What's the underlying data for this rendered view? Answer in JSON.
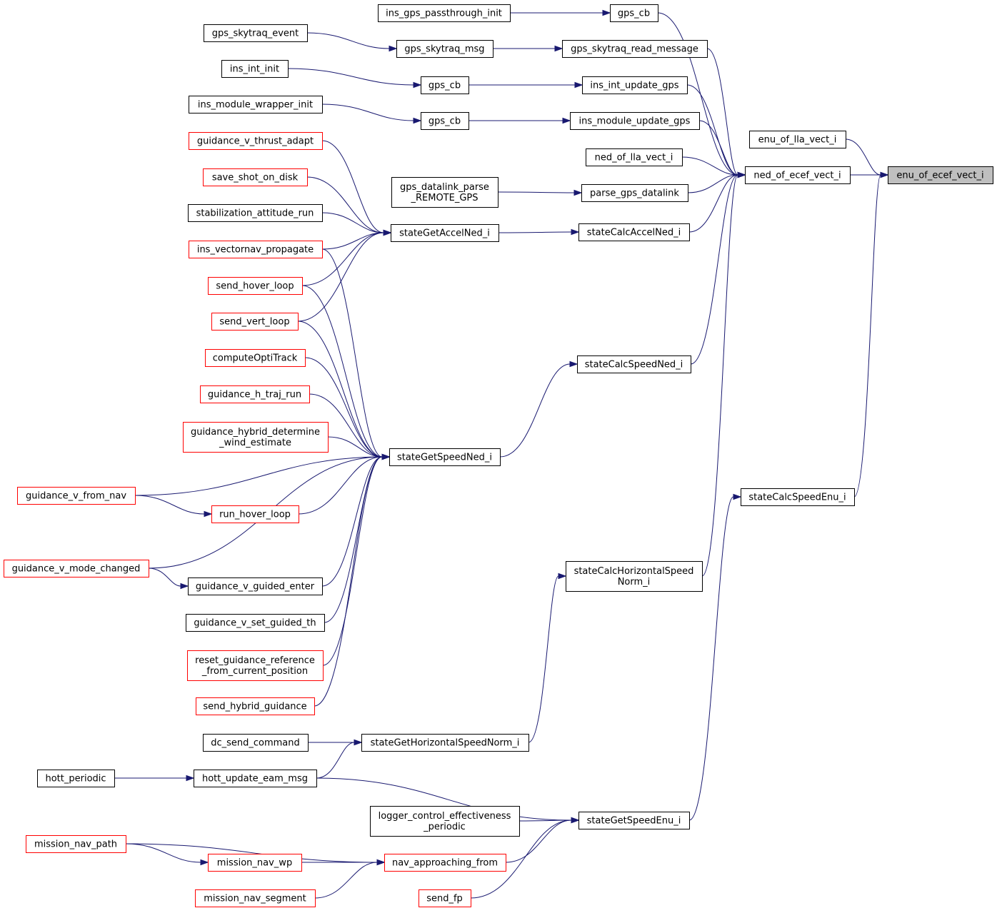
{
  "diagram": {
    "type": "caller-graph",
    "colors": {
      "edge": "#191970",
      "node_border": "#000000",
      "node_truncated_border": "#ff0000",
      "focus_fill": "#bfbfbf"
    },
    "nodes": [
      {
        "id": "n0",
        "lines": [
          "enu_of_ecef_vect_i"
        ],
        "style": "focus"
      },
      {
        "id": "n1",
        "lines": [
          "enu_of_lla_vect_i"
        ],
        "style": "normal"
      },
      {
        "id": "n2",
        "lines": [
          "ned_of_ecef_vect_i"
        ],
        "style": "normal"
      },
      {
        "id": "n3",
        "lines": [
          "stateCalcSpeedEnu_i"
        ],
        "style": "normal"
      },
      {
        "id": "n4",
        "lines": [
          "gps_cb"
        ],
        "style": "normal"
      },
      {
        "id": "n5",
        "lines": [
          "ins_gps_passthrough_init"
        ],
        "style": "normal"
      },
      {
        "id": "n6",
        "lines": [
          "gps_skytraq_read_message"
        ],
        "style": "normal"
      },
      {
        "id": "n7",
        "lines": [
          "gps_skytraq_msg"
        ],
        "style": "normal"
      },
      {
        "id": "n8",
        "lines": [
          "gps_skytraq_event"
        ],
        "style": "normal"
      },
      {
        "id": "n9",
        "lines": [
          "ins_int_update_gps"
        ],
        "style": "normal"
      },
      {
        "id": "n10",
        "lines": [
          "gps_cb"
        ],
        "style": "normal"
      },
      {
        "id": "n11",
        "lines": [
          "ins_int_init"
        ],
        "style": "normal"
      },
      {
        "id": "n12",
        "lines": [
          "ins_module_update_gps"
        ],
        "style": "normal"
      },
      {
        "id": "n13",
        "lines": [
          "gps_cb"
        ],
        "style": "normal"
      },
      {
        "id": "n14",
        "lines": [
          "ins_module_wrapper_init"
        ],
        "style": "normal"
      },
      {
        "id": "n15",
        "lines": [
          "ned_of_lla_vect_i"
        ],
        "style": "normal"
      },
      {
        "id": "n16",
        "lines": [
          "parse_gps_datalink"
        ],
        "style": "normal"
      },
      {
        "id": "n17",
        "lines": [
          "gps_datalink_parse",
          "_REMOTE_GPS"
        ],
        "style": "normal"
      },
      {
        "id": "n18",
        "lines": [
          "stateCalcAccelNed_i"
        ],
        "style": "normal"
      },
      {
        "id": "n19",
        "lines": [
          "stateGetAccelNed_i"
        ],
        "style": "normal"
      },
      {
        "id": "n20",
        "lines": [
          "guidance_v_thrust_adapt"
        ],
        "style": "red"
      },
      {
        "id": "n21",
        "lines": [
          "save_shot_on_disk"
        ],
        "style": "red"
      },
      {
        "id": "n22",
        "lines": [
          "stabilization_attitude_run"
        ],
        "style": "normal"
      },
      {
        "id": "n23",
        "lines": [
          "ins_vectornav_propagate"
        ],
        "style": "red"
      },
      {
        "id": "n24",
        "lines": [
          "send_hover_loop"
        ],
        "style": "red"
      },
      {
        "id": "n25",
        "lines": [
          "send_vert_loop"
        ],
        "style": "red"
      },
      {
        "id": "n26",
        "lines": [
          "stateCalcSpeedNed_i"
        ],
        "style": "normal"
      },
      {
        "id": "n27",
        "lines": [
          "stateGetSpeedNed_i"
        ],
        "style": "normal"
      },
      {
        "id": "n28",
        "lines": [
          "computeOptiTrack"
        ],
        "style": "red"
      },
      {
        "id": "n29",
        "lines": [
          "guidance_h_traj_run"
        ],
        "style": "red"
      },
      {
        "id": "n30",
        "lines": [
          "guidance_hybrid_determine",
          "_wind_estimate"
        ],
        "style": "red"
      },
      {
        "id": "n31",
        "lines": [
          "guidance_v_from_nav"
        ],
        "style": "red"
      },
      {
        "id": "n32",
        "lines": [
          "run_hover_loop"
        ],
        "style": "red"
      },
      {
        "id": "n33",
        "lines": [
          "guidance_v_mode_changed"
        ],
        "style": "red"
      },
      {
        "id": "n34",
        "lines": [
          "guidance_v_guided_enter"
        ],
        "style": "normal"
      },
      {
        "id": "n35",
        "lines": [
          "guidance_v_set_guided_th"
        ],
        "style": "normal"
      },
      {
        "id": "n36",
        "lines": [
          "reset_guidance_reference",
          "_from_current_position"
        ],
        "style": "red"
      },
      {
        "id": "n37",
        "lines": [
          "send_hybrid_guidance"
        ],
        "style": "red"
      },
      {
        "id": "n38",
        "lines": [
          "stateCalcHorizontalSpeed",
          "Norm_i"
        ],
        "style": "normal"
      },
      {
        "id": "n39",
        "lines": [
          "stateGetHorizontalSpeedNorm_i"
        ],
        "style": "normal"
      },
      {
        "id": "n40",
        "lines": [
          "dc_send_command"
        ],
        "style": "normal"
      },
      {
        "id": "n41",
        "lines": [
          "hott_update_eam_msg"
        ],
        "style": "normal"
      },
      {
        "id": "n42",
        "lines": [
          "hott_periodic"
        ],
        "style": "normal"
      },
      {
        "id": "n43",
        "lines": [
          "stateGetSpeedEnu_i"
        ],
        "style": "normal"
      },
      {
        "id": "n44",
        "lines": [
          "logger_control_effectiveness",
          "_periodic"
        ],
        "style": "normal"
      },
      {
        "id": "n45",
        "lines": [
          "nav_approaching_from"
        ],
        "style": "red"
      },
      {
        "id": "n46",
        "lines": [
          "mission_nav_path"
        ],
        "style": "red"
      },
      {
        "id": "n47",
        "lines": [
          "mission_nav_wp"
        ],
        "style": "red"
      },
      {
        "id": "n48",
        "lines": [
          "mission_nav_segment"
        ],
        "style": "red"
      },
      {
        "id": "n49",
        "lines": [
          "send_fp"
        ],
        "style": "red"
      }
    ],
    "edges": [
      {
        "from": "n1",
        "to": "n0"
      },
      {
        "from": "n2",
        "to": "n0"
      },
      {
        "from": "n3",
        "to": "n0"
      },
      {
        "from": "n4",
        "to": "n2"
      },
      {
        "from": "n5",
        "to": "n4"
      },
      {
        "from": "n6",
        "to": "n2"
      },
      {
        "from": "n7",
        "to": "n6"
      },
      {
        "from": "n8",
        "to": "n7"
      },
      {
        "from": "n9",
        "to": "n2"
      },
      {
        "from": "n10",
        "to": "n9"
      },
      {
        "from": "n11",
        "to": "n10"
      },
      {
        "from": "n12",
        "to": "n2"
      },
      {
        "from": "n13",
        "to": "n12"
      },
      {
        "from": "n14",
        "to": "n13"
      },
      {
        "from": "n15",
        "to": "n2"
      },
      {
        "from": "n16",
        "to": "n2"
      },
      {
        "from": "n17",
        "to": "n16"
      },
      {
        "from": "n18",
        "to": "n2"
      },
      {
        "from": "n19",
        "to": "n18"
      },
      {
        "from": "n20",
        "to": "n19"
      },
      {
        "from": "n21",
        "to": "n19"
      },
      {
        "from": "n22",
        "to": "n19"
      },
      {
        "from": "n23",
        "to": "n19"
      },
      {
        "from": "n24",
        "to": "n19"
      },
      {
        "from": "n25",
        "to": "n19"
      },
      {
        "from": "n26",
        "to": "n2"
      },
      {
        "from": "n27",
        "to": "n26"
      },
      {
        "from": "n23",
        "to": "n27"
      },
      {
        "from": "n24",
        "to": "n27"
      },
      {
        "from": "n25",
        "to": "n27"
      },
      {
        "from": "n28",
        "to": "n27"
      },
      {
        "from": "n29",
        "to": "n27"
      },
      {
        "from": "n30",
        "to": "n27"
      },
      {
        "from": "n31",
        "to": "n27"
      },
      {
        "from": "n32",
        "to": "n27"
      },
      {
        "from": "n31",
        "to": "n32"
      },
      {
        "from": "n33",
        "to": "n27"
      },
      {
        "from": "n34",
        "to": "n27"
      },
      {
        "from": "n33",
        "to": "n34"
      },
      {
        "from": "n35",
        "to": "n27"
      },
      {
        "from": "n36",
        "to": "n27"
      },
      {
        "from": "n37",
        "to": "n27"
      },
      {
        "from": "n38",
        "to": "n2"
      },
      {
        "from": "n39",
        "to": "n38"
      },
      {
        "from": "n40",
        "to": "n39"
      },
      {
        "from": "n41",
        "to": "n39"
      },
      {
        "from": "n42",
        "to": "n41"
      },
      {
        "from": "n43",
        "to": "n3"
      },
      {
        "from": "n41",
        "to": "n43"
      },
      {
        "from": "n44",
        "to": "n43"
      },
      {
        "from": "n45",
        "to": "n43"
      },
      {
        "from": "n46",
        "to": "n45"
      },
      {
        "from": "n47",
        "to": "n45"
      },
      {
        "from": "n46",
        "to": "n47"
      },
      {
        "from": "n48",
        "to": "n45"
      },
      {
        "from": "n49",
        "to": "n43"
      }
    ]
  }
}
